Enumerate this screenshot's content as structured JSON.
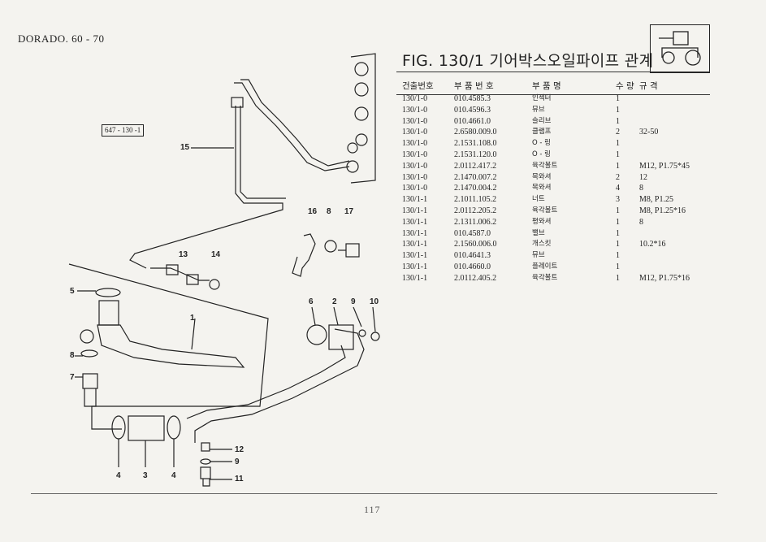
{
  "header": {
    "model": "DORADO. 60 - 70",
    "figure_title": "FIG. 130/1 기어박스오일파이프 관계",
    "reference_box": "647 - 130 -1",
    "tractor_icon": "tractor-icon"
  },
  "table": {
    "headers": [
      "건출번호",
      "부 품 번 호",
      "부 품 명",
      "수 량",
      "규 격"
    ],
    "rows": [
      [
        "130/1-0",
        "010.4585.3",
        "인젝터",
        "1",
        ""
      ],
      [
        "130/1-0",
        "010.4596.3",
        "뮤브",
        "1",
        ""
      ],
      [
        "130/1-0",
        "010.4661.0",
        "슬리브",
        "1",
        ""
      ],
      [
        "130/1-0",
        "2.6580.009.0",
        "클램프",
        "2",
        "32-50"
      ],
      [
        "130/1-0",
        "2.1531.108.0",
        "O - 링",
        "1",
        ""
      ],
      [
        "130/1-0",
        "2.1531.120.0",
        "O - 링",
        "1",
        ""
      ],
      [
        "130/1-0",
        "2.0112.417.2",
        "육각볼트",
        "1",
        "M12, P1.75*45"
      ],
      [
        "130/1-0",
        "2.1470.007.2",
        "목와셔",
        "2",
        "12"
      ],
      [
        "130/1-0",
        "2.1470.004.2",
        "목와셔",
        "4",
        "8"
      ],
      [
        "130/1-1",
        "2.1011.105.2",
        "너트",
        "3",
        "M8, P1.25"
      ],
      [
        "130/1-1",
        "2.0112.205.2",
        "육각볼트",
        "1",
        "M8, P1.25*16"
      ],
      [
        "130/1-1",
        "2.1311.006.2",
        "평와셔",
        "1",
        "8"
      ],
      [
        "130/1-1",
        "010.4587.0",
        "밸브",
        "1",
        ""
      ],
      [
        "130/1-1",
        "2.1560.006.0",
        "개스킷",
        "1",
        "10.2*16"
      ],
      [
        "130/1-1",
        "010.4641.3",
        "뮤브",
        "1",
        ""
      ],
      [
        "130/1-1",
        "010.4660.0",
        "플레이트",
        "1",
        ""
      ],
      [
        "130/1-1",
        "2.0112.405.2",
        "육각볼트",
        "1",
        "M12, P1.75*16"
      ]
    ]
  },
  "callouts": [
    "15",
    "16",
    "8",
    "17",
    "13",
    "14",
    "5",
    "1",
    "6",
    "2",
    "9",
    "10",
    "8",
    "7",
    "12",
    "9",
    "11",
    "4",
    "3",
    "4"
  ],
  "footer": {
    "page_number": "117"
  }
}
